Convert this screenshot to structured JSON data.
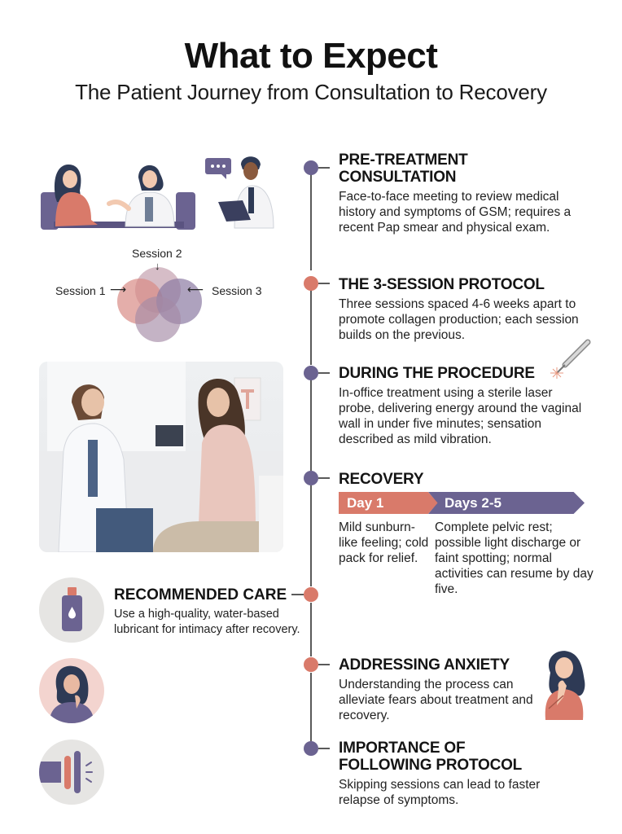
{
  "header": {
    "title": "What to Expect",
    "subtitle": "The Patient Journey from Consultation to Recovery"
  },
  "colors": {
    "purple": "#6b6391",
    "coral": "#d97a6a",
    "line": "#5a5a5a"
  },
  "steps": [
    {
      "title_line1": "PRE-TREATMENT",
      "title_line2": "CONSULTATION",
      "body": "Face-to-face meeting to review medical history and symptoms of GSM; requires a recent Pap smear and physical exam.",
      "node_color": "purple"
    },
    {
      "title": "THE 3-SESSION PROTOCOL",
      "body": "Three sessions spaced 4-6 weeks apart to promote collagen production; each session builds on the previous.",
      "node_color": "coral"
    },
    {
      "title": "DURING THE PROCEDURE",
      "body": "In-office treatment using a sterile laser probe, delivering energy around the vaginal wall in under five minutes; sensation described as mild vibration.",
      "node_color": "purple",
      "icon": "laser-probe-icon"
    },
    {
      "title": "RECOVERY",
      "node_color": "purple",
      "phases": [
        {
          "label": "Day 1",
          "body": "Mild sunburn-like feeling; cold pack for relief."
        },
        {
          "label": "Days 2-5",
          "body": "Complete pelvic rest; possible light discharge or faint spotting; normal activities can resume by day five."
        }
      ]
    },
    {
      "title": "RECOMMENDED CARE",
      "body": "Use a high-quality, water-based lubricant for intimacy after recovery.",
      "node_color": "coral",
      "icon": "lubricant-bottle-icon"
    },
    {
      "title": "ADDRESSING ANXIETY",
      "body": "Understanding the process can alleviate fears about treatment and recovery.",
      "node_color": "coral",
      "icon": "thoughtful-woman-icon"
    },
    {
      "title_line1": "IMPORTANCE OF",
      "title_line2": "FOLLOWING PROTOCOL",
      "body": "Skipping sessions can lead to faster relapse of symptoms.",
      "node_color": "purple",
      "icon": "megaphone-icon"
    }
  ],
  "venn": {
    "labels": [
      "Session 1",
      "Session 2",
      "Session 3"
    ]
  }
}
